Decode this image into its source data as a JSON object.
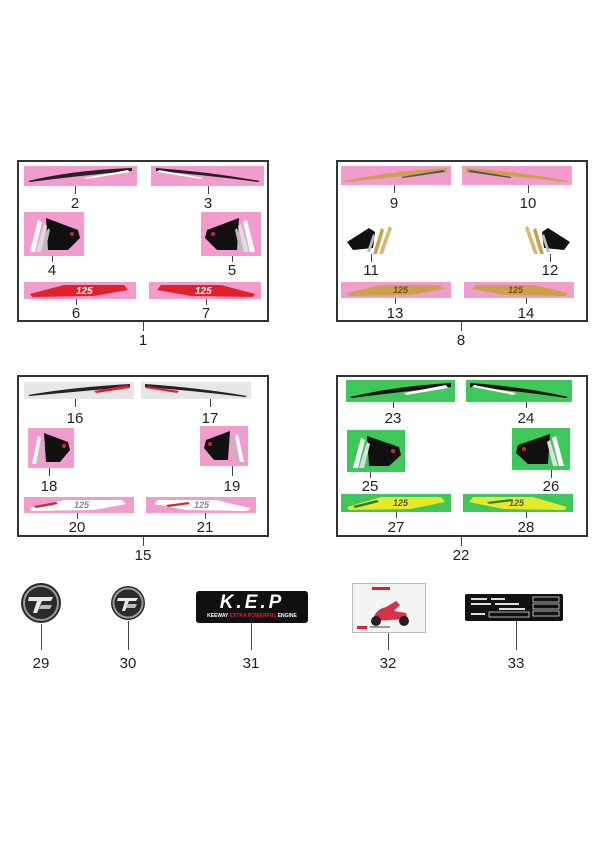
{
  "callouts": {
    "n1": "1",
    "n2": "2",
    "n3": "3",
    "n4": "4",
    "n5": "5",
    "n6": "6",
    "n7": "7",
    "n8": "8",
    "n9": "9",
    "n10": "10",
    "n11": "11",
    "n12": "12",
    "n13": "13",
    "n14": "14",
    "n15": "15",
    "n16": "16",
    "n17": "17",
    "n18": "18",
    "n19": "19",
    "n20": "20",
    "n21": "21",
    "n22": "22",
    "n23": "23",
    "n24": "24",
    "n25": "25",
    "n26": "26",
    "n27": "27",
    "n28": "28",
    "n29": "29",
    "n30": "30",
    "n31": "31",
    "n32": "32",
    "n33": "33"
  },
  "kep_badge": {
    "title": "K.E.P",
    "subtitle_white": "KEEWAY",
    "subtitle_red": "EXTRA POWERFUL",
    "subtitle_end": "ENGINE"
  },
  "colors": {
    "pink": "#f29ccd",
    "green": "#3ec75a",
    "grey_strip": "#e6e6e6",
    "gold": "#c9a24a",
    "red": "#e0202a"
  }
}
